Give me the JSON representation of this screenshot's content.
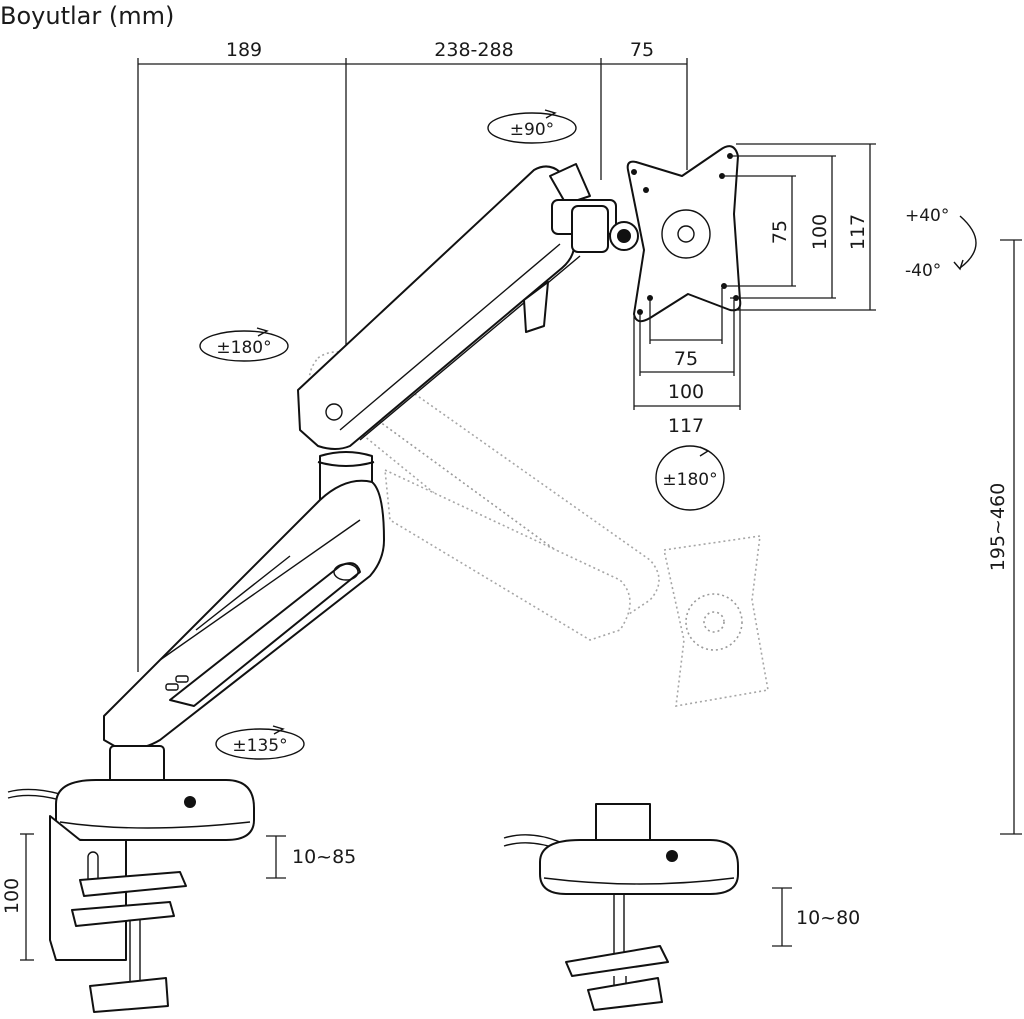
{
  "title": "Boyutlar (mm)",
  "dimensions": {
    "arm_base_to_joint": "189",
    "joint_to_pivot_range": "238-288",
    "pivot_to_plate": "75",
    "vesa_vertical_inner": "75",
    "vesa_vertical_mid": "100",
    "vesa_vertical_outer": "117",
    "vesa_horizontal_inner": "75",
    "vesa_horizontal_mid": "100",
    "vesa_horizontal_outer": "117",
    "height_range": "195~460",
    "clamp_height": "100",
    "clamp_thickness_range": "10~85",
    "grommet_thickness_range": "10~80"
  },
  "rotations": {
    "head_rotation": "±90°",
    "upper_arm_swivel": "±180°",
    "vesa_rotation": "±180°",
    "base_swivel": "±135°",
    "tilt_up": "+40°",
    "tilt_down": "-40°"
  }
}
